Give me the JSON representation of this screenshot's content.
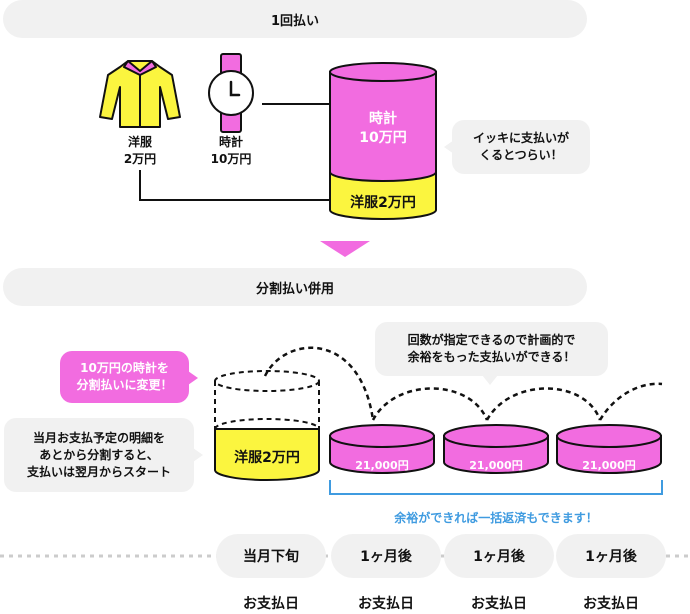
{
  "one_time": {
    "title": "1回払い",
    "clothes": {
      "name": "洋服",
      "price": "2万円"
    },
    "watch": {
      "name": "時計",
      "price": "10万円"
    },
    "cyl_top": {
      "name": "時計",
      "price": "10万円"
    },
    "cyl_bottom": "洋服2万円",
    "bubble": {
      "line1": "イッキに支払いが",
      "line2": "くるとつらい！"
    }
  },
  "split": {
    "title": "分割払い併用",
    "pink_bubble": {
      "line1": "10万円の時計を",
      "line2": "分割払いに変更！"
    },
    "gray_bubble_left": {
      "line1": "当月お支払予定の明細を",
      "line2": "あとから分割すると、",
      "line3": "支払いは翌月からスタート"
    },
    "gray_bubble_top": {
      "line1": "回数が指定できるので計画的で",
      "line2": "余裕をもった支払いができる！"
    },
    "cyl_label": "洋服2万円",
    "coins": [
      "21,000円",
      "21,000円",
      "21,000円"
    ],
    "blue_note": "余裕ができれば一括返済もできます！"
  },
  "timeline": {
    "pills": [
      "当月下旬",
      "1ヶ月後",
      "1ヶ月後",
      "1ヶ月後"
    ],
    "below": [
      "お支払日",
      "お支払日",
      "お支払日",
      "お支払日"
    ]
  },
  "colors": {
    "pink": "#f26ce0",
    "yellow": "#fbf53f",
    "gray": "#f1f1f1",
    "blue": "#3f9be0"
  }
}
